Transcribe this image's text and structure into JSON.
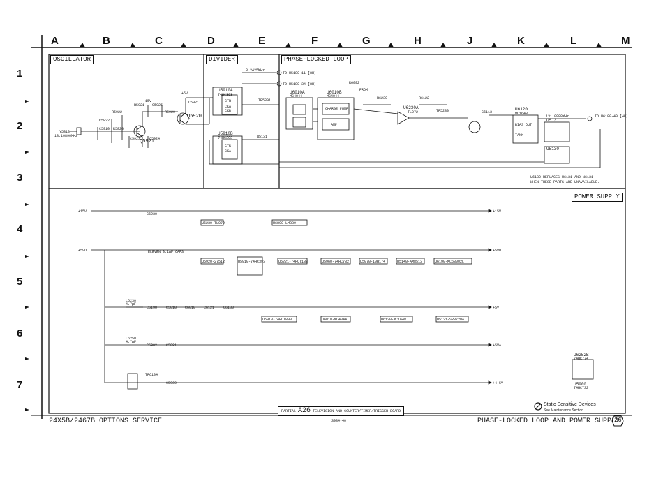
{
  "grid": {
    "columns": [
      "A",
      "B",
      "C",
      "D",
      "E",
      "F",
      "G",
      "H",
      "J",
      "K",
      "L",
      "M"
    ],
    "rows": [
      "1",
      "2",
      "3",
      "4",
      "5",
      "6",
      "7"
    ]
  },
  "sections": {
    "oscillator": "OSCILLATOR",
    "divider": "DIVIDER",
    "pll": "PHASE-LOCKED LOOP",
    "power": "POWER SUPPLY"
  },
  "oscillator": {
    "crystal": "Y5810",
    "crystal_freq": "13.10890MHz",
    "q5921": "Q5921",
    "q5920": "Q5920"
  },
  "divider": {
    "u5910a": "U5910A",
    "u5910a_type": "74HC393",
    "u5910b": "U5910B",
    "u5910b_type": "74HC393",
    "freq_out": "3.2425MHz",
    "to_u5180": "TO U5180-11 [8H]",
    "to_u5180b": "TO U5180-34 [8H]"
  },
  "pll": {
    "u6010a": "U6010A",
    "u6010a_type": "MC4044",
    "u6010b": "U6010B",
    "u6010b_type": "MC4044",
    "charge_pump": "CHARGE PUMP",
    "amp": "AMP",
    "u6230a": "U6230A",
    "u6230a_type": "TL072",
    "u6120": "U6120",
    "u6120_type": "MC1648",
    "tank": "TANK",
    "bias_out": "BIAS OUT",
    "u5131": "U5131",
    "u5130": "U5130",
    "freq_out": "131.0988MHz",
    "to_u6180": "TO U6180-40 [4H]",
    "replace_note_1": "U6130 REPLACES U6131 AND W6131",
    "replace_note_2": "WHEN THESE PARTS ARE UNAVAILABLE."
  },
  "power": {
    "rails": [
      "+15V",
      "+5VD",
      "+5V",
      "+5VA",
      "+4.5V"
    ],
    "chips_15v": [
      "U6230-TL072",
      "U6890-LM339"
    ],
    "chips_5vd": [
      "U5920-27512",
      "U5910-74HC393",
      "U5221-74HCT138",
      "U5960-74HC732",
      "U5070-10H174",
      "U5140-AM8513",
      "U6190-MC68002L"
    ],
    "chips_5v": [
      "U5910-74HCT890",
      "U6010-MC4044",
      "U6120-MC1648",
      "U5131-SP8720A"
    ],
    "caps_note": "ELEVEN 0.1µF CAPS",
    "l6230": "L6230",
    "l6230_val": "4.7µF",
    "l6250": "L6250",
    "l6250_val": "4.7µF",
    "u6252b": "U6252B",
    "u6252b_type": "74HC774",
    "u5900": "U5900",
    "u5900_type": "74HC732",
    "tp6104": "TP6104"
  },
  "footer": {
    "left": "24X5B/2467B OPTIONS SERVICE",
    "board_prefix": "PARTIAL",
    "board_id": "A26",
    "board_name": "TELEVISION AND COUNTER/TIMER/TRIGGER BOARD",
    "center_code": "3984-40",
    "right": "PHASE-LOCKED LOOP AND POWER SUPPLY",
    "page": "26",
    "static_title": "Static Sensitive Devices",
    "static_sub": "See Maintenance Section"
  },
  "colors": {
    "ink": "#111111",
    "paper": "#ffffff"
  }
}
